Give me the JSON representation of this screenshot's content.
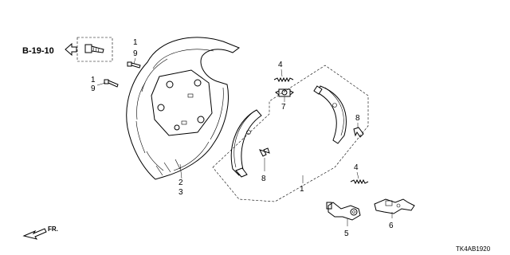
{
  "diagram": {
    "reference": "B-19-10",
    "front_label": "FR.",
    "part_code": "TK4AB1920",
    "callouts": {
      "c1_top": "1",
      "c9_top": "9",
      "c1_left": "1",
      "c9_left": "9",
      "c2": "2",
      "c3": "3",
      "c4_top": "4",
      "c7": "7",
      "c8_left": "8",
      "c8_right": "8",
      "c1_shoes": "1",
      "c4_bottom": "4",
      "c5": "5",
      "c6": "6"
    }
  }
}
